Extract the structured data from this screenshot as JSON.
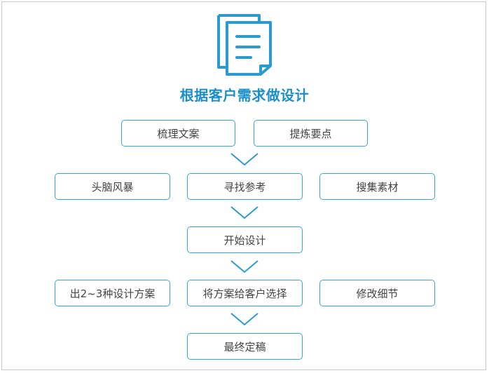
{
  "title": "根据客户需求做设计",
  "colors": {
    "accent": "#1a8fc9",
    "border": "#3aa6d6",
    "text": "#444444",
    "frame": "#c9c9c9"
  },
  "icons": {
    "header": "document-icon",
    "connector": "chevron-down-icon"
  },
  "steps": {
    "row1": [
      "梳理文案",
      "提炼要点"
    ],
    "row2": [
      "头脑风暴",
      "寻找参考",
      "搜集素材"
    ],
    "row3": [
      "开始设计"
    ],
    "row4": [
      "出2~3种设计方案",
      "将方案给客户选择",
      "修改细节"
    ],
    "row5": [
      "最终定稿"
    ]
  }
}
